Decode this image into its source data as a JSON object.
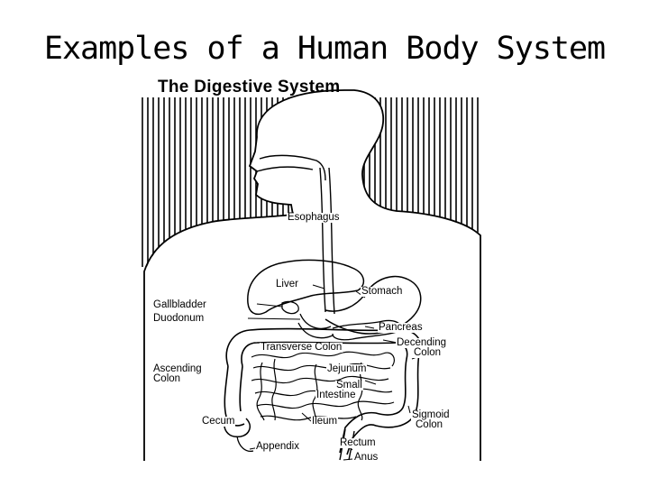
{
  "slide": {
    "title": "Examples of a Human Body System"
  },
  "figure": {
    "title": "The Digestive System",
    "labels": {
      "esophagus": "Esophagus",
      "liver": "Liver",
      "stomach": "Stomach",
      "gallbladder": "Gallbladder",
      "duodonum": "Duodonum",
      "pancreas": "Pancreas",
      "transverse_colon": "Transverse Colon",
      "decending_colon_1": "Decending",
      "decending_colon_2": "Colon",
      "ascending_colon_1": "Ascending",
      "ascending_colon_2": "Colon",
      "jejunum": "Jejunum",
      "small_intestine_1": "Small",
      "small_intestine_2": "Intestine",
      "cecum": "Cecum",
      "ileum": "Ileum",
      "sigmoid_colon_1": "Sigmoid",
      "sigmoid_colon_2": "Colon",
      "appendix": "Appendix",
      "rectum": "Rectum",
      "anus": "Anus"
    }
  }
}
